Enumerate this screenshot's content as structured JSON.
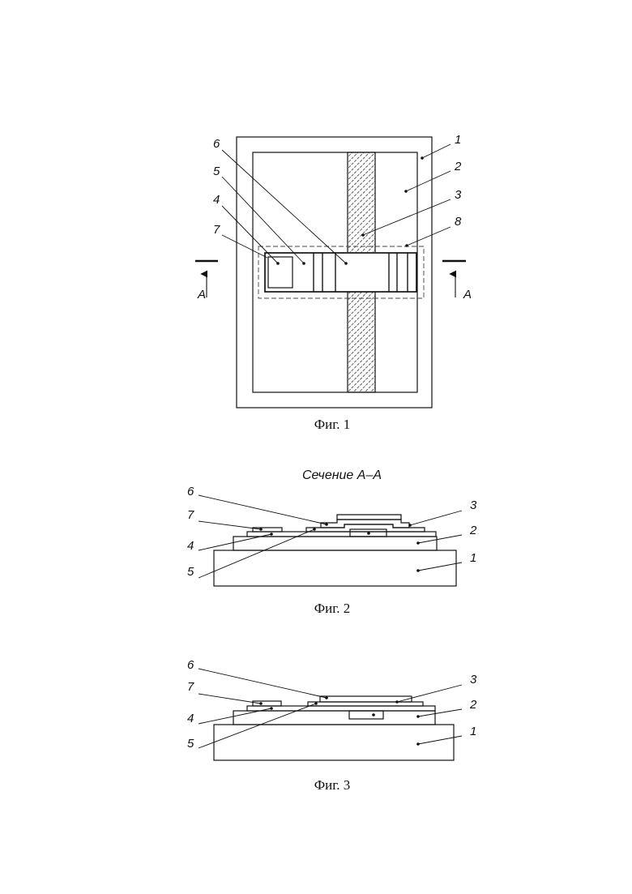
{
  "figures": [
    {
      "caption": "Фиг. 1",
      "labels": [
        "1",
        "2",
        "3",
        "8",
        "6",
        "5",
        "4",
        "7"
      ],
      "section_marks": [
        "A",
        "A"
      ]
    },
    {
      "caption": "Фиг. 2",
      "title": "Сечение A–A",
      "labels": [
        "6",
        "3",
        "7",
        "2",
        "4",
        "1",
        "5"
      ]
    },
    {
      "caption": "Фиг. 3",
      "labels": [
        "6",
        "3",
        "7",
        "2",
        "4",
        "1",
        "5"
      ]
    }
  ]
}
